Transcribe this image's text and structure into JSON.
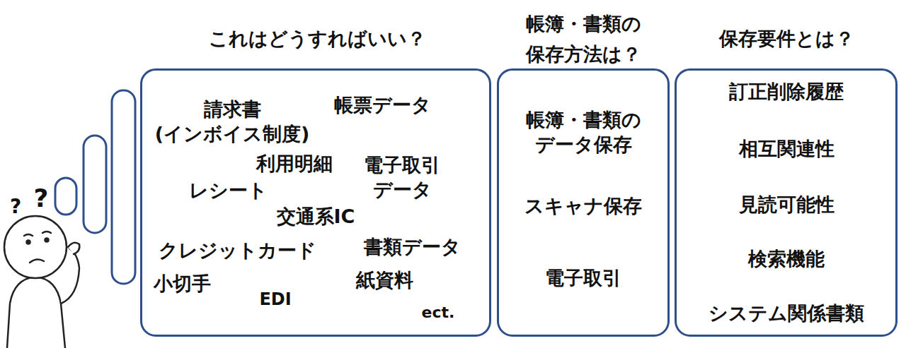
{
  "diagram": {
    "nodes": [
      {
        "text": [
          "これはどうすればいい？",
          "請求書 (インボイス制度)",
          "帳票データ",
          "利用明細",
          "電子取引 データ",
          "レシート",
          "交通系IC",
          "クレジットカード",
          "書類データ",
          "小切手",
          "EDI",
          "紙資料",
          "ect."
        ]
      },
      {
        "text": [
          "帳簿・書類の 保存方法は？",
          "帳簿・書類の データ保存",
          "スキャナ保存",
          "電子取引"
        ]
      },
      {
        "text": [
          "保存要件とは？",
          "訂正削除履歴",
          "相互関連性",
          "見読可能性",
          "検索機能",
          "システム関係書類"
        ]
      }
    ],
    "labels": [
      "?",
      "?"
    ]
  }
}
